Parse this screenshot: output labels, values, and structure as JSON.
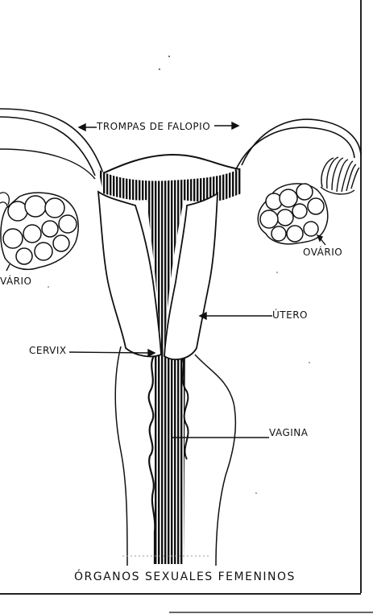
{
  "labels": {
    "trompas": "TROMPAS DE FALOPIO",
    "ovario_right": "OVÁRIO",
    "ovario_left": "VÁRIO",
    "utero": "ÚTERO",
    "cervix": "CERVIX",
    "vagina": "VAGINA"
  },
  "caption": "ÓRGANOS SEXUALES FEMENINOS"
}
